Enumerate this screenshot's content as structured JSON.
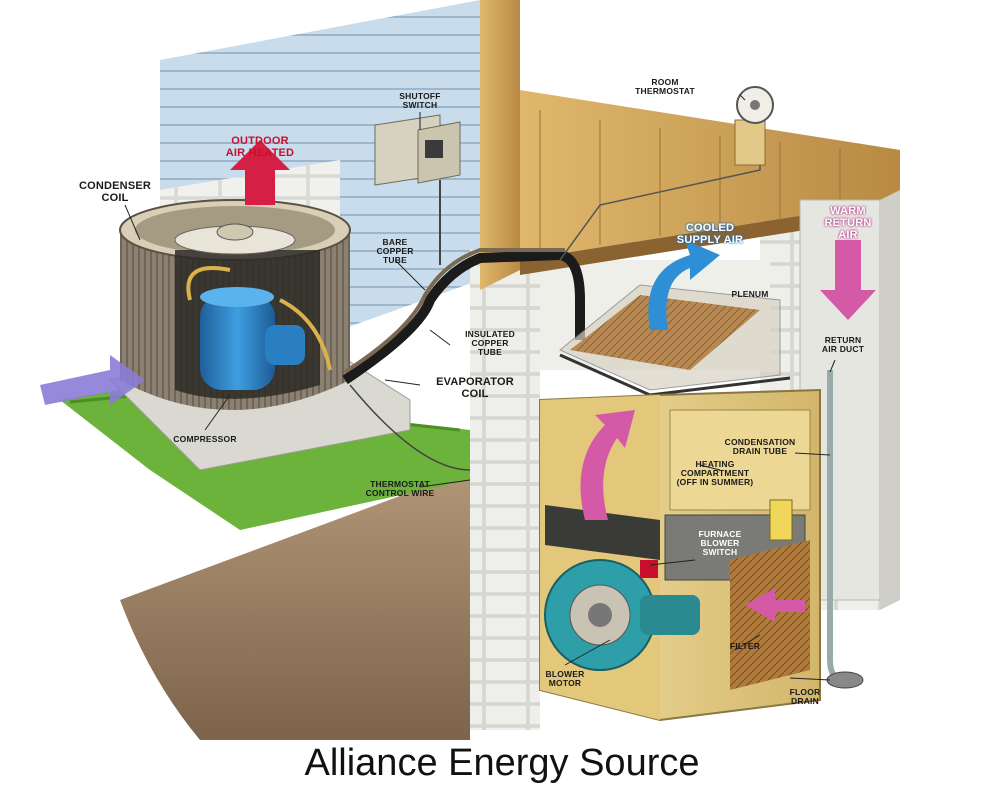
{
  "caption": "Alliance Energy Source",
  "labels": {
    "outdoor_air_heated": "OUTDOOR\nAIR HEATED",
    "condenser_coil": "CONDENSER\nCOIL",
    "shutoff_switch": "SHUTOFF\nSWITCH",
    "room_thermostat": "ROOM\nTHERMOSTAT",
    "bare_copper_tube": "BARE\nCOPPER\nTUBE",
    "cooled_supply_air": "COOLED\nSUPPLY AIR",
    "warm_return_air": "WARM\nRETURN\nAIR",
    "plenum": "PLENUM",
    "insulated_copper_tube": "INSULATED\nCOPPER\nTUBE",
    "evaporator_coil": "EVAPORATOR\nCOIL",
    "return_air_duct": "RETURN\nAIR DUCT",
    "compressor": "COMPRESSOR",
    "condensation_drain_tube": "CONDENSATION\nDRAIN TUBE",
    "heating_compartment": "HEATING\nCOMPARTMENT\n(OFF IN SUMMER)",
    "thermostat_control_wire": "THERMOSTAT\nCONTROL WIRE",
    "furnace_blower_switch": "FURNACE\nBLOWER\nSWITCH",
    "filter": "FILTER",
    "blower_motor": "BLOWER\nMOTOR",
    "floor_drain": "FLOOR\nDRAIN"
  },
  "colors": {
    "hot_air_arrow": "#d61f45",
    "cool_air_arrow": "#2f8fd6",
    "return_air_arrow": "#d45aa8",
    "compressor": "#2f86c8",
    "furnace_cabinet": "#e9d28c",
    "wood": "#c9a15a",
    "grass": "#5aa02c",
    "soil": "#7a5a3a",
    "siding": "#bcd3e6"
  }
}
